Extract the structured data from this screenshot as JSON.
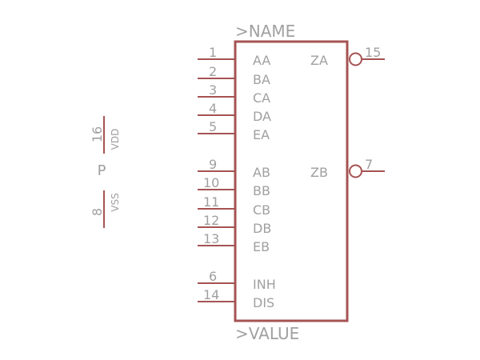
{
  "symbol": {
    "name_label": ">NAME",
    "value_label": ">VALUE",
    "colors": {
      "line": "#a65353",
      "text": "#a0a0a0",
      "background": "#ffffff"
    },
    "left_pins": [
      {
        "num": "1",
        "label": "AA"
      },
      {
        "num": "2",
        "label": "BA"
      },
      {
        "num": "3",
        "label": "CA"
      },
      {
        "num": "4",
        "label": "DA"
      },
      {
        "num": "5",
        "label": "EA"
      },
      {
        "num": "9",
        "label": "AB"
      },
      {
        "num": "10",
        "label": "BB"
      },
      {
        "num": "11",
        "label": "CB"
      },
      {
        "num": "12",
        "label": "DB"
      },
      {
        "num": "13",
        "label": "EB"
      },
      {
        "num": "6",
        "label": "INH"
      },
      {
        "num": "14",
        "label": "DIS"
      }
    ],
    "right_pins": [
      {
        "num": "15",
        "label": "ZA"
      },
      {
        "num": "7",
        "label": "ZB"
      }
    ]
  },
  "power": {
    "part_label": "P",
    "pins": [
      {
        "num": "16",
        "label": "VDD"
      },
      {
        "num": "8",
        "label": "VSS"
      }
    ]
  }
}
